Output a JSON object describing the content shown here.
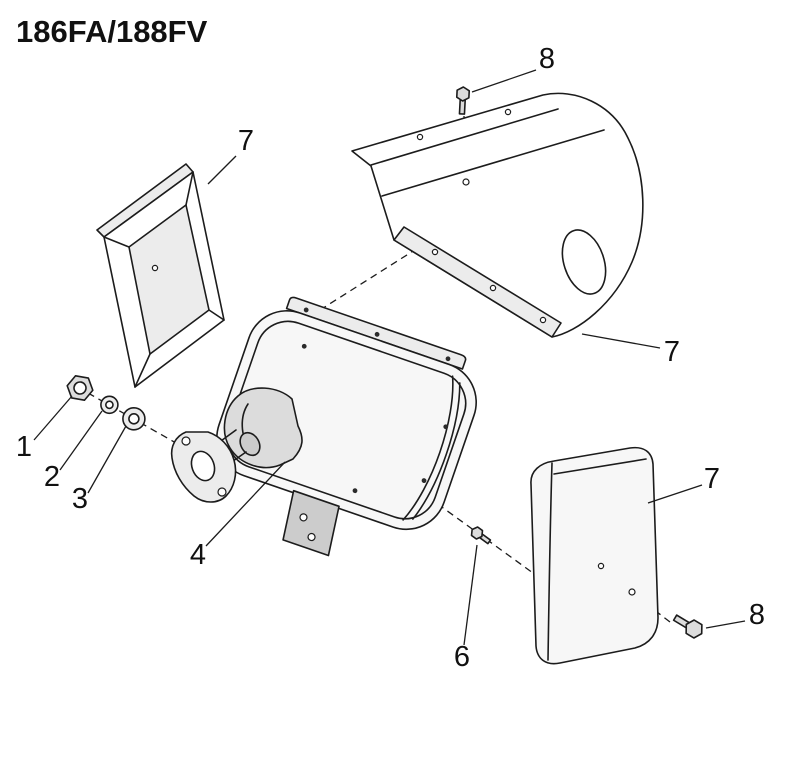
{
  "title": "186FA/188FV",
  "callouts": {
    "shield_left": "7",
    "bolt_top": "8",
    "shield_top": "7",
    "nut": "1",
    "washer_small": "2",
    "washer_large": "3",
    "muffler": "4",
    "bolt_small": "6",
    "cover_right": "7",
    "bolt_right": "8"
  }
}
